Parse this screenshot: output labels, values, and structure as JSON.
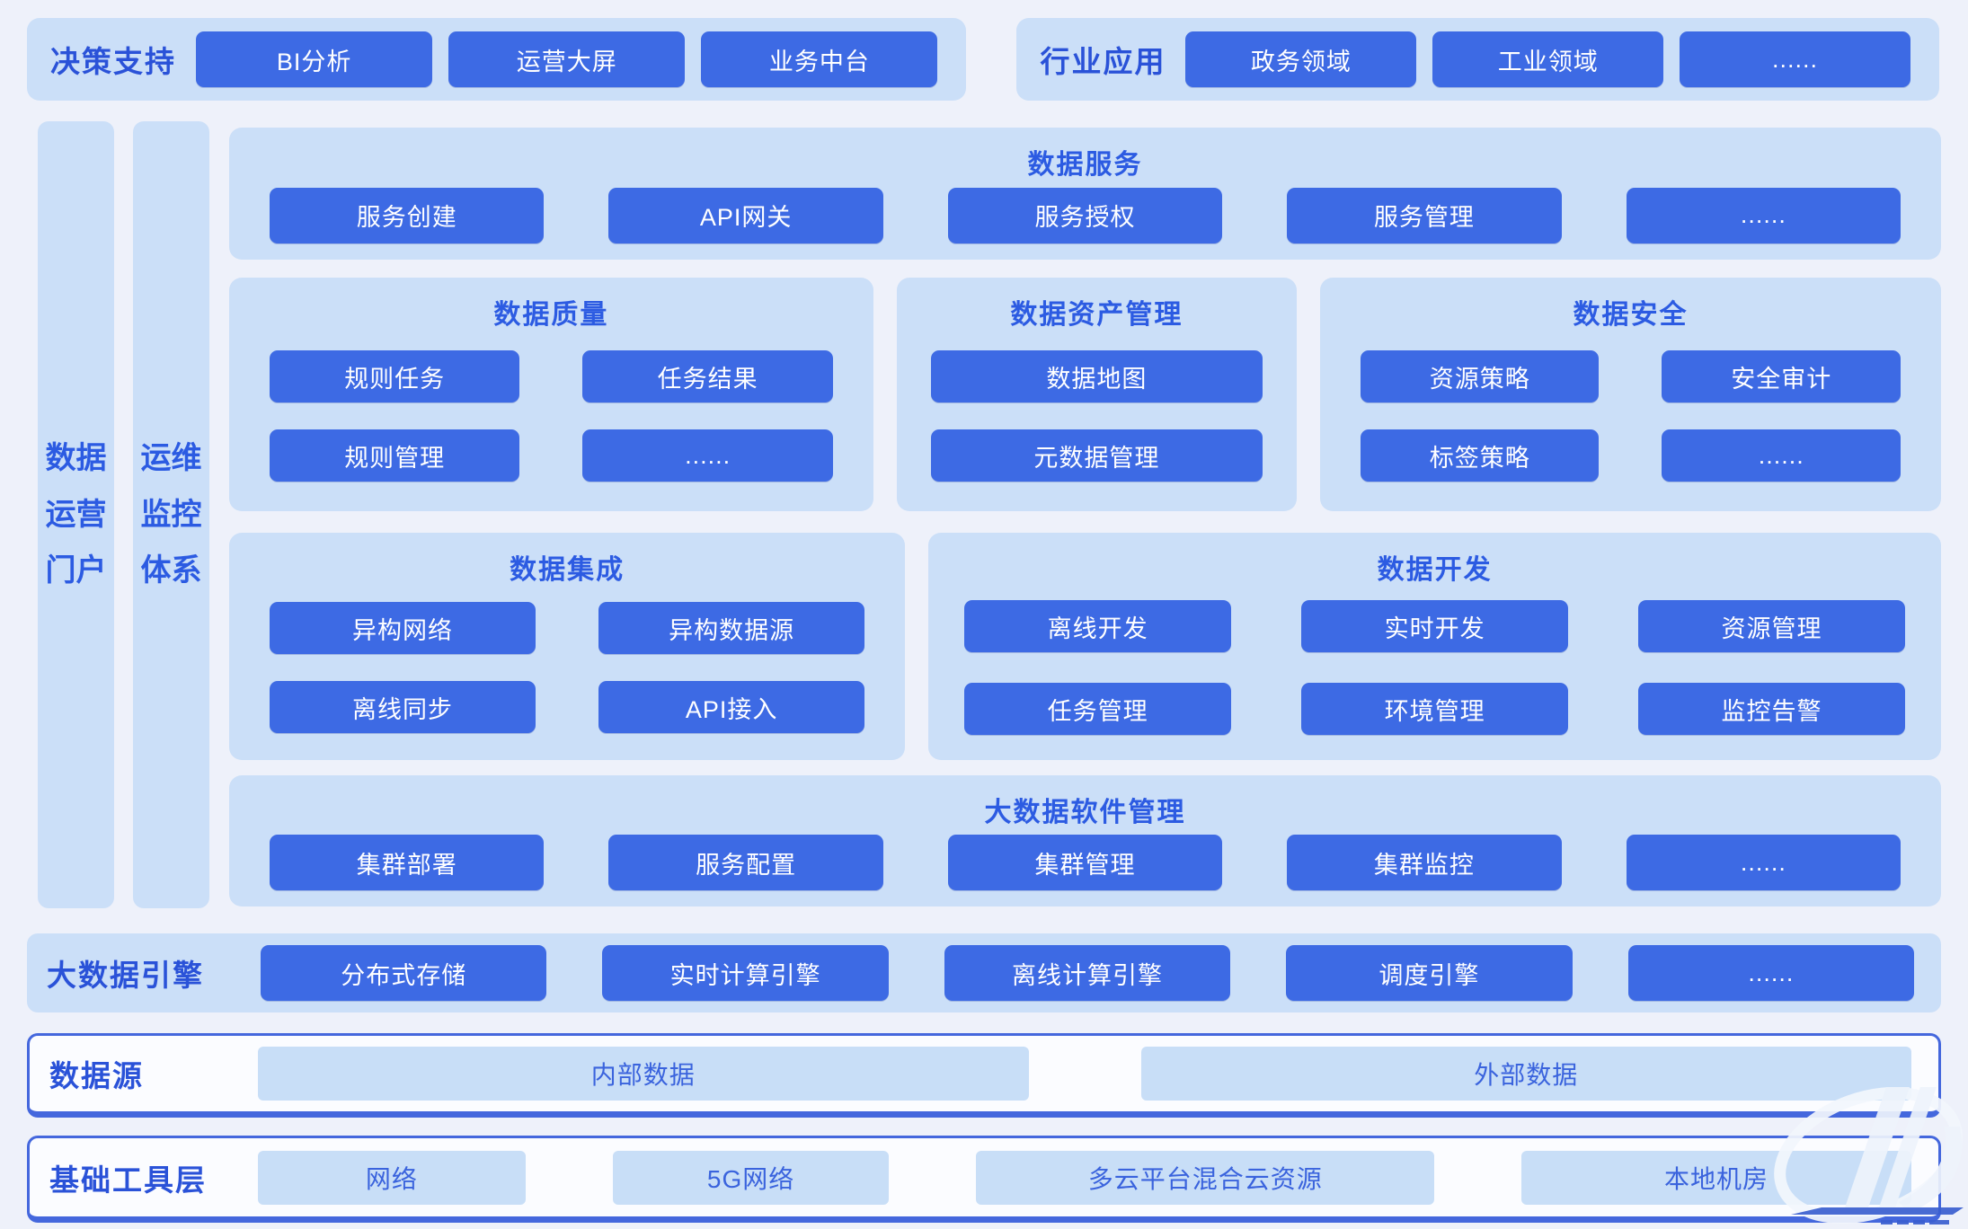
{
  "colors": {
    "page_bg": "#eef1fa",
    "panel_light_blue": "#cbdff8",
    "button_blue": "#3d6ae4",
    "title_blue": "#2c5be2",
    "label_blue": "#2a52d8",
    "outline_border_blue": "#4467dd",
    "chip_light_blue": "#c8def7",
    "button_text": "#ffffff"
  },
  "top": {
    "decision": {
      "label": "决策支持",
      "buttons": [
        "BI分析",
        "运营大屏",
        "业务中台"
      ]
    },
    "industry": {
      "label": "行业应用",
      "buttons": [
        "政务领域",
        "工业领域",
        "......"
      ]
    }
  },
  "sidebars": {
    "portal": "数据\n运营\n门户",
    "ops": "运维\n监控\n体系"
  },
  "sections": {
    "services": {
      "title": "数据服务",
      "buttons": [
        "服务创建",
        "API网关",
        "服务授权",
        "服务管理",
        "......"
      ]
    },
    "quality": {
      "title": "数据质量",
      "buttons": [
        "规则任务",
        "任务结果",
        "规则管理",
        "......"
      ]
    },
    "asset": {
      "title": "数据资产管理",
      "buttons": [
        "数据地图",
        "元数据管理"
      ]
    },
    "security": {
      "title": "数据安全",
      "buttons": [
        "资源策略",
        "安全审计",
        "标签策略",
        "......"
      ]
    },
    "integration": {
      "title": "数据集成",
      "buttons": [
        "异构网络",
        "异构数据源",
        "离线同步",
        "API接入"
      ]
    },
    "dev": {
      "title": "数据开发",
      "buttons": [
        "离线开发",
        "实时开发",
        "资源管理",
        "任务管理",
        "环境管理",
        "监控告警"
      ]
    },
    "software": {
      "title": "大数据软件管理",
      "buttons": [
        "集群部署",
        "服务配置",
        "集群管理",
        "集群监控",
        "......"
      ]
    }
  },
  "bands": {
    "engine": {
      "label": "大数据引擎",
      "buttons": [
        "分布式存储",
        "实时计算引擎",
        "离线计算引擎",
        "调度引擎",
        "......"
      ]
    },
    "datasource": {
      "label": "数据源",
      "buttons": [
        "内部数据",
        "外部数据"
      ]
    },
    "infra": {
      "label": "基础工具层",
      "buttons": [
        "网络",
        "5G网络",
        "多云平台混合云资源",
        "本地机房"
      ]
    }
  }
}
